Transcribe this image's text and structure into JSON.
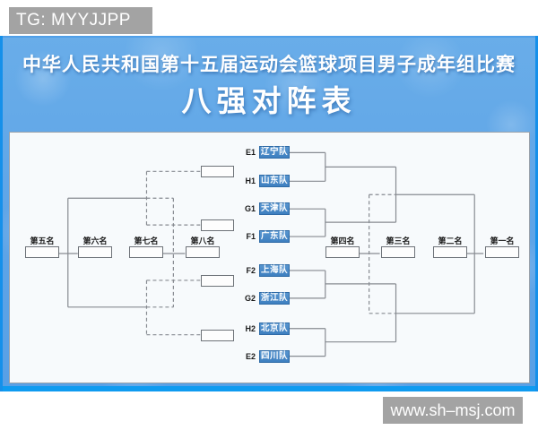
{
  "watermarks": {
    "top": "TG: MYYJJPP",
    "bottom": "www.sh–msj.com"
  },
  "header": {
    "title": "中华人民共和国第十五届运动会篮球项目男子成年组比赛",
    "subtitle": "八强对阵表"
  },
  "bracket": {
    "teams": [
      {
        "seed": "E1",
        "name": "辽宁队"
      },
      {
        "seed": "H1",
        "name": "山东队"
      },
      {
        "seed": "G1",
        "name": "天津队"
      },
      {
        "seed": "F1",
        "name": "广东队"
      },
      {
        "seed": "F2",
        "name": "上海队"
      },
      {
        "seed": "G2",
        "name": "浙江队"
      },
      {
        "seed": "H2",
        "name": "北京队"
      },
      {
        "seed": "E2",
        "name": "四川队"
      }
    ],
    "placements": [
      "第五名",
      "第六名",
      "第七名",
      "第八名",
      "第四名",
      "第三名",
      "第二名",
      "第一名"
    ]
  },
  "colors": {
    "stage_blue": "#5ea4e7",
    "stage_edge_blue": "#0f9bf0",
    "team_box_blue": "#4285c6",
    "watermark_gray": "#a3a3a3",
    "line_gray": "#878b91",
    "panel_bg": "#f7fafc"
  }
}
